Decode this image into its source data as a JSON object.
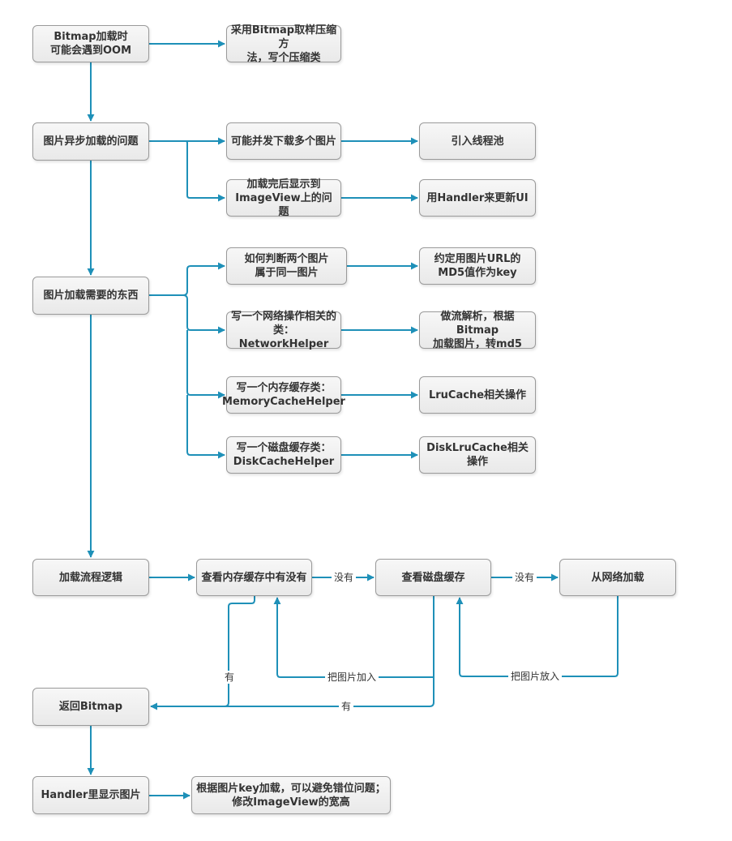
{
  "nodes": {
    "n1": "Bitmap加载时\n可能会遇到OOM",
    "n2": "采用Bitmap取样压缩方\n法，写个压缩类",
    "n3": "图片异步加载的问题",
    "n4": "可能并发下载多个图片",
    "n5": "引入线程池",
    "n6": "加载完后显示到\nImageView上的问题",
    "n7": "用Handler来更新UI",
    "n8": "图片加载需要的东西",
    "n9": "如何判断两个图片\n属于同一图片",
    "n10": "约定用图片URL的\nMD5值作为key",
    "n11": "写一个网络操作相关的\n类：NetworkHelper",
    "n12": "做流解析，根据Bitmap\n加载图片，转md5",
    "n13": "写一个内存缓存类：\nMemoryCacheHelper",
    "n14": "LruCache相关操作",
    "n15": "写一个磁盘缓存类：\nDiskCacheHelper",
    "n16": "DiskLruCache相关操作",
    "n17": "加载流程逻辑",
    "n18": "查看内存缓存中有没有",
    "n19": "查看磁盘缓存",
    "n20": "从网络加载",
    "n21": "返回Bitmap",
    "n22": "Handler里显示图片",
    "n23": "根据图片key加载，可以避免错位问题；\n修改ImageView的宽高"
  },
  "edge_labels": {
    "mem_none": "没有",
    "disk_none": "没有",
    "mem_has": "有",
    "disk_has": "有",
    "put_mem": "把图片加入",
    "put_disk": "把图片放入"
  },
  "colors": {
    "connector": "#1e90b8"
  }
}
